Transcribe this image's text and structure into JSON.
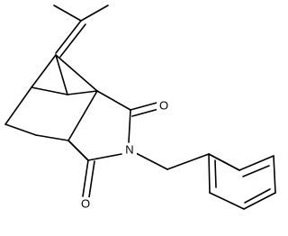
{
  "atoms": {
    "oxygen_top": "O",
    "nitrogen": "N",
    "oxygen_bottom": "O"
  },
  "colors": {
    "bond": "#000000",
    "background": "#ffffff"
  }
}
